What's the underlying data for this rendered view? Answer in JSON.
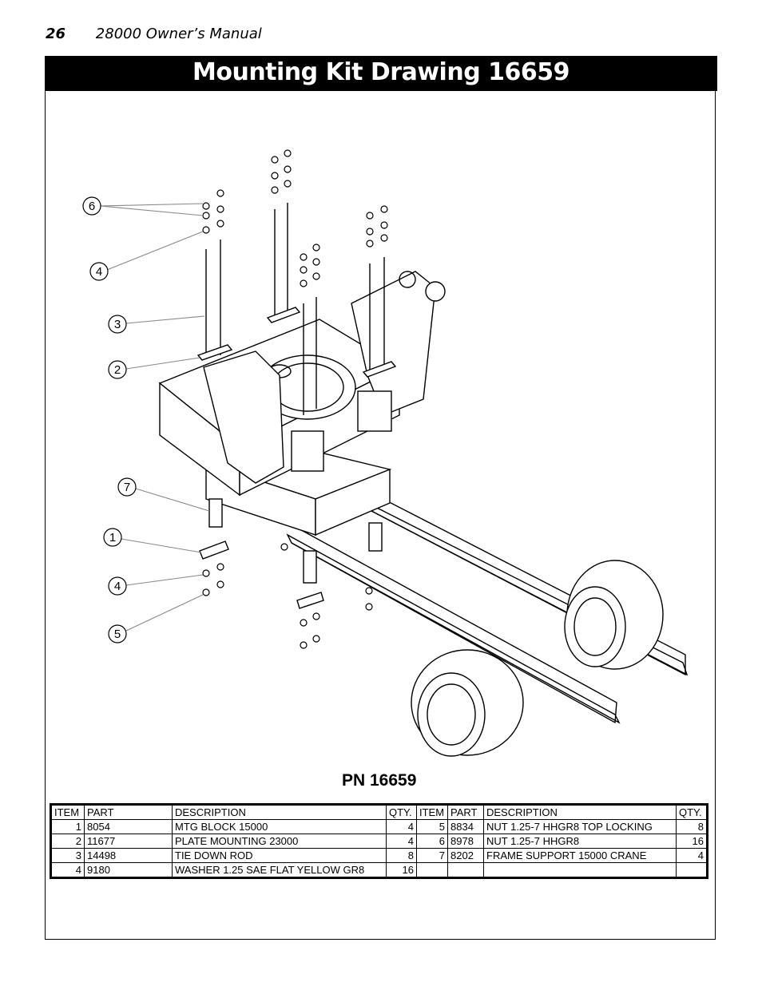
{
  "header": {
    "page_number": "26",
    "manual_title": "28000 Owner’s Manual"
  },
  "banner": {
    "title": "Mounting Kit Drawing 16659"
  },
  "drawing": {
    "callouts": [
      "6",
      "4",
      "3",
      "2",
      "7",
      "1",
      "4",
      "5"
    ]
  },
  "part_number": "PN 16659",
  "parts_table": {
    "headers": [
      "ITEM",
      "PART",
      "DESCRIPTION",
      "QTY.",
      "ITEM",
      "PART",
      "DESCRIPTION",
      "QTY."
    ],
    "rows": [
      [
        "1",
        "8054",
        "MTG BLOCK 15000",
        "4",
        "5",
        "8834",
        "NUT 1.25-7 HHGR8 TOP LOCKING",
        "8"
      ],
      [
        "2",
        "11677",
        "PLATE MOUNTING 23000",
        "4",
        "6",
        "8978",
        "NUT 1.25-7 HHGR8",
        "16"
      ],
      [
        "3",
        "14498",
        "TIE DOWN ROD",
        "8",
        "7",
        "8202",
        "FRAME SUPPORT 15000 CRANE",
        "4"
      ],
      [
        "4",
        "9180",
        "WASHER 1.25 SAE FLAT YELLOW GR8",
        "16",
        "",
        "",
        "",
        ""
      ]
    ]
  }
}
